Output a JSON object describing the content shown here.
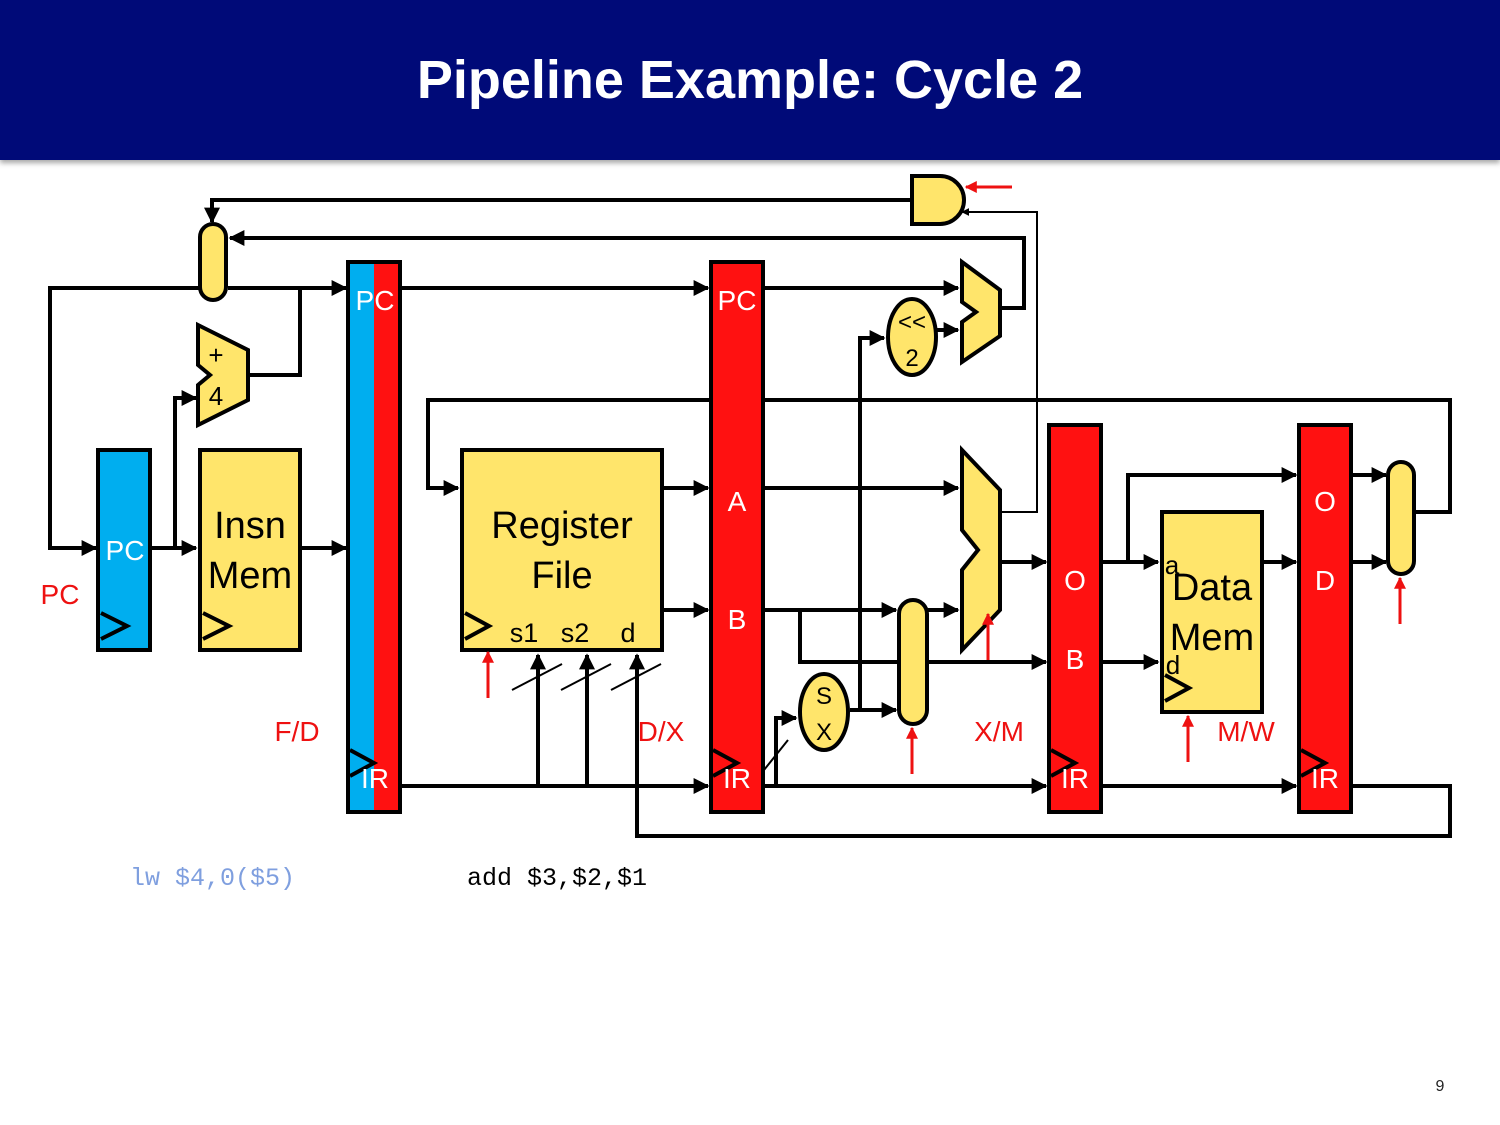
{
  "slide": {
    "title": "Pipeline Example: Cycle 2",
    "page_number": "9"
  },
  "colors": {
    "header_bg": "#000a78",
    "fetch_latch": "#00aeef",
    "pipeline_latch": "#ff1111",
    "component_fill": "#ffe56b",
    "control_arrow": "#ee1111",
    "old_insn_text": "#7f9fdf"
  },
  "pc_register": {
    "label": "PC",
    "side_label": "PC"
  },
  "insn_mem": {
    "line1": "Insn",
    "line2": "Mem"
  },
  "pc_adder": {
    "line1": "+",
    "line2": "4"
  },
  "register_file": {
    "line1": "Register",
    "line2": "File",
    "port_s1": "s1",
    "port_s2": "s2",
    "port_d": "d"
  },
  "sign_extend": {
    "line1": "S",
    "line2": "X"
  },
  "shift_left": {
    "line1": "<<",
    "line2": "2"
  },
  "data_mem": {
    "line1": "Data",
    "line2": "Mem",
    "port_a": "a",
    "port_d": "d"
  },
  "latches": {
    "fd": {
      "name": "F/D",
      "pc": "PC",
      "ir": "IR"
    },
    "dx": {
      "name": "D/X",
      "pc": "PC",
      "a": "A",
      "b": "B",
      "ir": "IR"
    },
    "xm": {
      "name": "X/M",
      "o": "O",
      "b": "B",
      "ir": "IR"
    },
    "mw": {
      "name": "M/W",
      "o": "O",
      "d": "D",
      "ir": "IR"
    }
  },
  "instructions": {
    "fetch": "lw $4,0($5)",
    "decode": "add $3,$2,$1"
  }
}
